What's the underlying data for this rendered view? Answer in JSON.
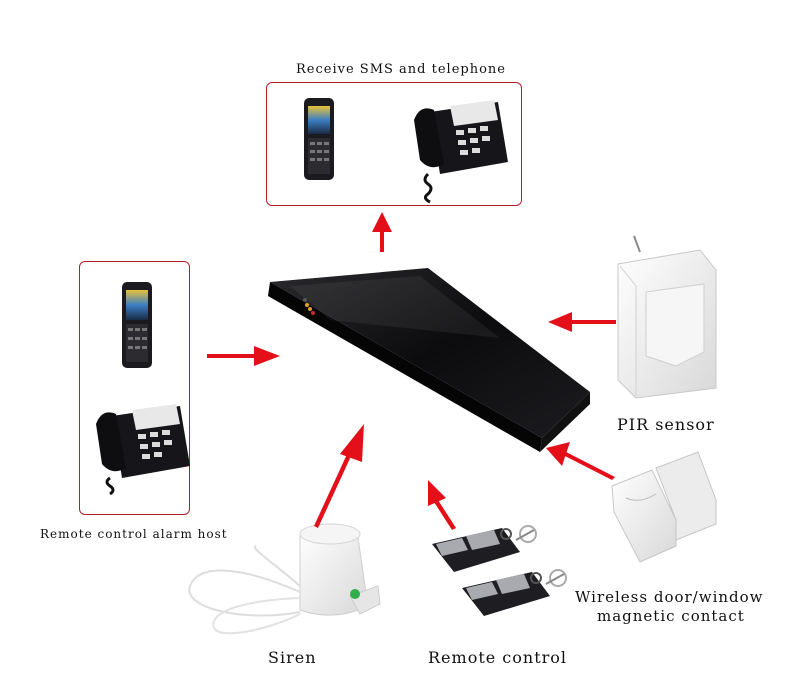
{
  "labels": {
    "receive": "Receive SMS and telephone",
    "host": "Remote control alarm host",
    "pir": "PIR sensor",
    "door_line1": "Wireless door/window",
    "door_line2": "magnetic contact",
    "siren": "Siren",
    "remote": "Remote control"
  },
  "colors": {
    "arrow": "#e3101a",
    "box_border": "#b0202a",
    "host_body": "#0d0d0f",
    "device_white": "#f2f2f2"
  },
  "icons": [
    "mobile-phone-icon",
    "desk-telephone-icon",
    "alarm-host-icon",
    "pir-sensor-icon",
    "door-contact-icon",
    "siren-icon",
    "remote-control-icon"
  ]
}
